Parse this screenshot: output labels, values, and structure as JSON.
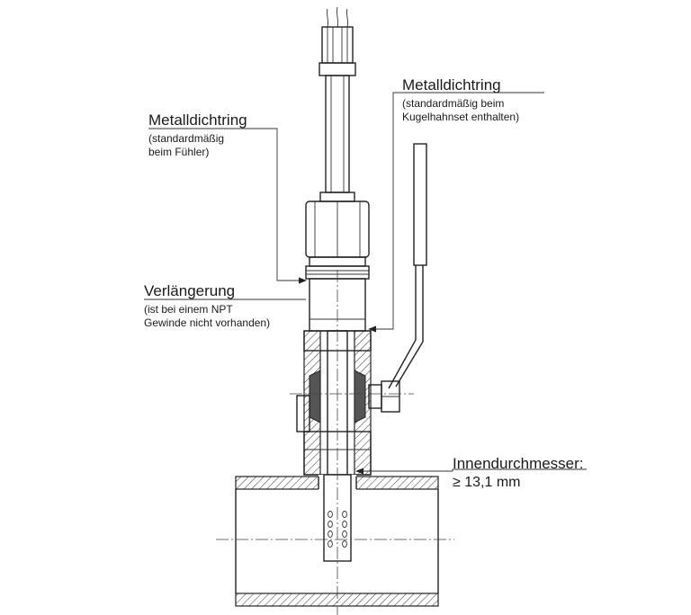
{
  "labels": {
    "metal_seal_probe": {
      "title": "Metalldichtring",
      "note_line1": "(standardmäßig",
      "note_line2": "beim Fühler)"
    },
    "metal_seal_ballvalve": {
      "title": "Metalldichtring",
      "note_line1": "(standardmäßig beim",
      "note_line2": "Kugelhahnset enthalten)"
    },
    "extension": {
      "title": "Verlängerung",
      "note_line1": "(ist bei einem NPT",
      "note_line2": "Gewinde nicht vorhanden)"
    },
    "inner_diameter": {
      "title": "Innendurchmesser:",
      "value": "≥ 13,1 mm"
    }
  },
  "colors": {
    "line": "#222222",
    "hatch": "#333333",
    "text": "#1a1a1a"
  }
}
